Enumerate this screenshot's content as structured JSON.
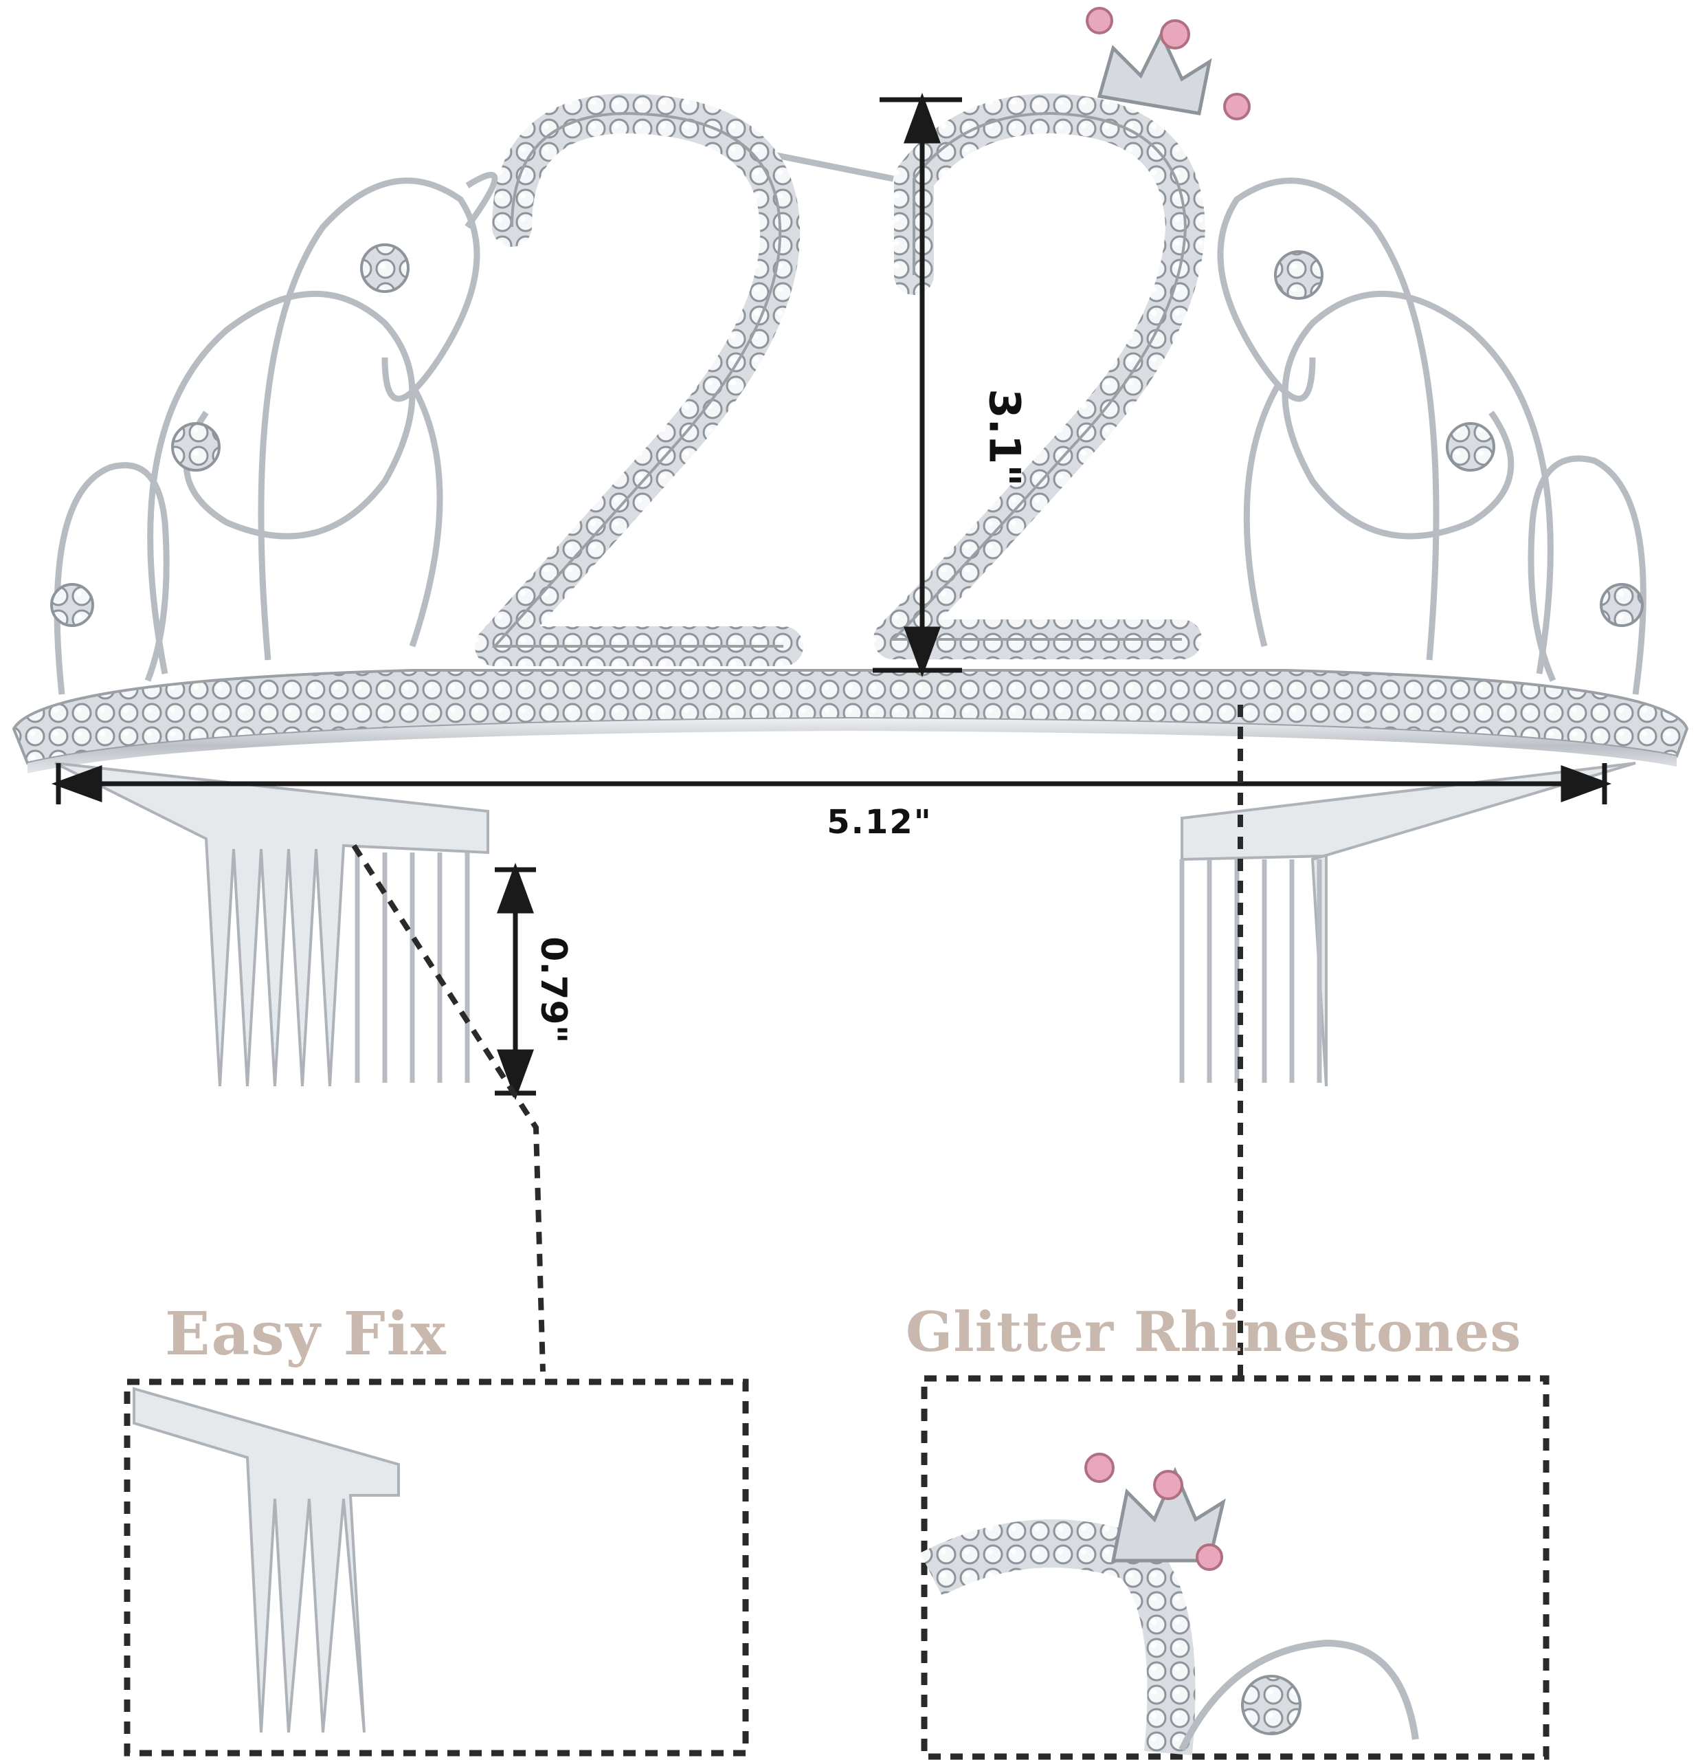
{
  "product": {
    "number_shown": "22",
    "colors": {
      "silver": "#c9cdd2",
      "rhinestone": "#eef1f4",
      "pink_stone": "#e9a7bd",
      "dim_line": "#1a1a1a",
      "caption": "#c8b8ae"
    }
  },
  "dimensions": {
    "width_label": "5.12\"",
    "height_label": "3.1\"",
    "comb_label": "0.79\""
  },
  "callouts": {
    "easy_fix": "Easy  Fix",
    "glitter": "Glitter Rhinestones"
  }
}
